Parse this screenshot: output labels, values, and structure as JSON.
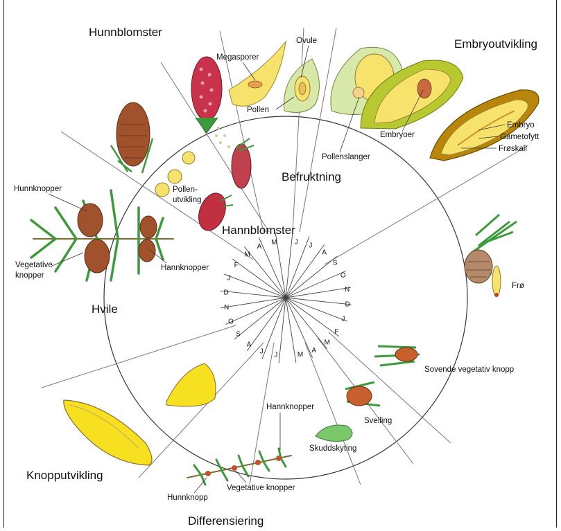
{
  "stages": {
    "hunnblomster": "Hunnblomster",
    "embryoutvikling": "Embryoutvikling",
    "befruktning": "Befruktning",
    "hannblomster": "Hannblomster",
    "hvile": "Hvile",
    "knopputvikling": "Knopputvikling",
    "differensiering": "Differensiering"
  },
  "labels": {
    "megasporer": "Megasporer",
    "ovule": "Ovule",
    "pollen": "Pollen",
    "pollenslanger": "Pollenslanger",
    "embryoer": "Embryoer",
    "embryo": "Embryo",
    "gametofytt": "Gametofytt",
    "froskall": "Frøskall",
    "pollenutvikling_1": "Pollen-",
    "pollenutvikling_2": "utvikling",
    "hunnknopper": "Hunnknopper",
    "vegetative_knopper_1": "Vegetative",
    "vegetative_knopper_2": "knopper",
    "hannknopper_left": "Hannknopper",
    "fro": "Frø",
    "sovende_vegetativ_knopp": "Sovende vegetativ knopp",
    "svelling": "Svelling",
    "skuddskyting": "Skuddskyting",
    "hannknopper_bottom": "Hannknopper",
    "hunnknopp": "Hunnknopp",
    "vegetative_knopper_bottom": "Vegetative knopper"
  },
  "months_ring": [
    "J",
    "J",
    "A",
    "S",
    "O",
    "N",
    "D",
    "J",
    "F",
    "M",
    "A",
    "M",
    "J",
    "J",
    "A",
    "S",
    "O",
    "N",
    "D",
    "J",
    "F",
    "M",
    "A",
    "M"
  ],
  "colors": {
    "cone_brown": "#a0522d",
    "needle_green": "#3c9a3c",
    "female_flower_red": "#c8324a",
    "ovule_yellow": "#f7e36b",
    "seed_coat_brown": "#b8860b"
  },
  "icons": {
    "cone": "spruce-cone-icon",
    "branch": "spruce-branch-icon",
    "seed": "seed-icon"
  }
}
